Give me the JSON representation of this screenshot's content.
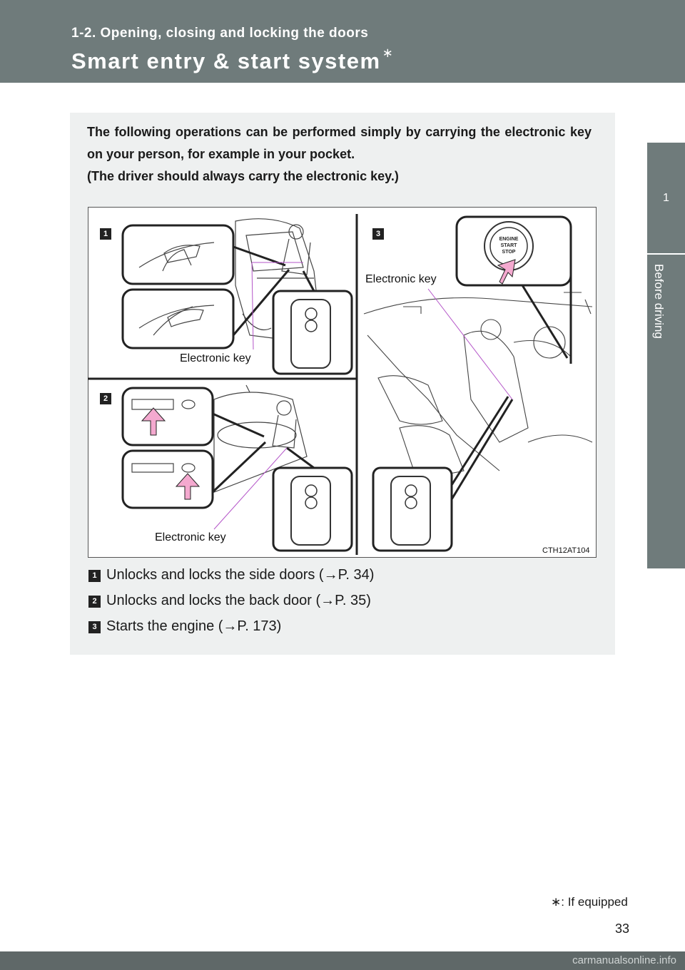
{
  "header": {
    "section": "1-2. Opening, closing and locking the doors",
    "title": "Smart entry & start system",
    "title_mark": "∗"
  },
  "side_tab": {
    "number": "1",
    "label": "Before driving"
  },
  "intro": {
    "line1": "The following operations can be performed simply by carrying the electronic key on your person, for example in your pocket.",
    "line2": "(The driver should always carry the electronic key.)"
  },
  "figure": {
    "markers": [
      "1",
      "2",
      "3"
    ],
    "callouts": [
      "Electronic key",
      "Electronic key",
      "Electronic key"
    ],
    "button_text": [
      "ENGINE",
      "START",
      "STOP"
    ],
    "code": "CTH12AT104"
  },
  "list": [
    {
      "marker": "1",
      "text": "Unlocks and locks the side doors (→P. 34)"
    },
    {
      "marker": "2",
      "text": "Unlocks and locks the back door (→P. 35)"
    },
    {
      "marker": "3",
      "text": "Starts the engine (→P. 173)"
    }
  ],
  "footnote": "∗: If equipped",
  "page_number": "33",
  "watermark": "carmanualsonline.info",
  "colors": {
    "header": "#6f7b7b",
    "box": "#eef0f0",
    "arrow": "#f4a9cf",
    "callout_line": "#b455c8"
  }
}
